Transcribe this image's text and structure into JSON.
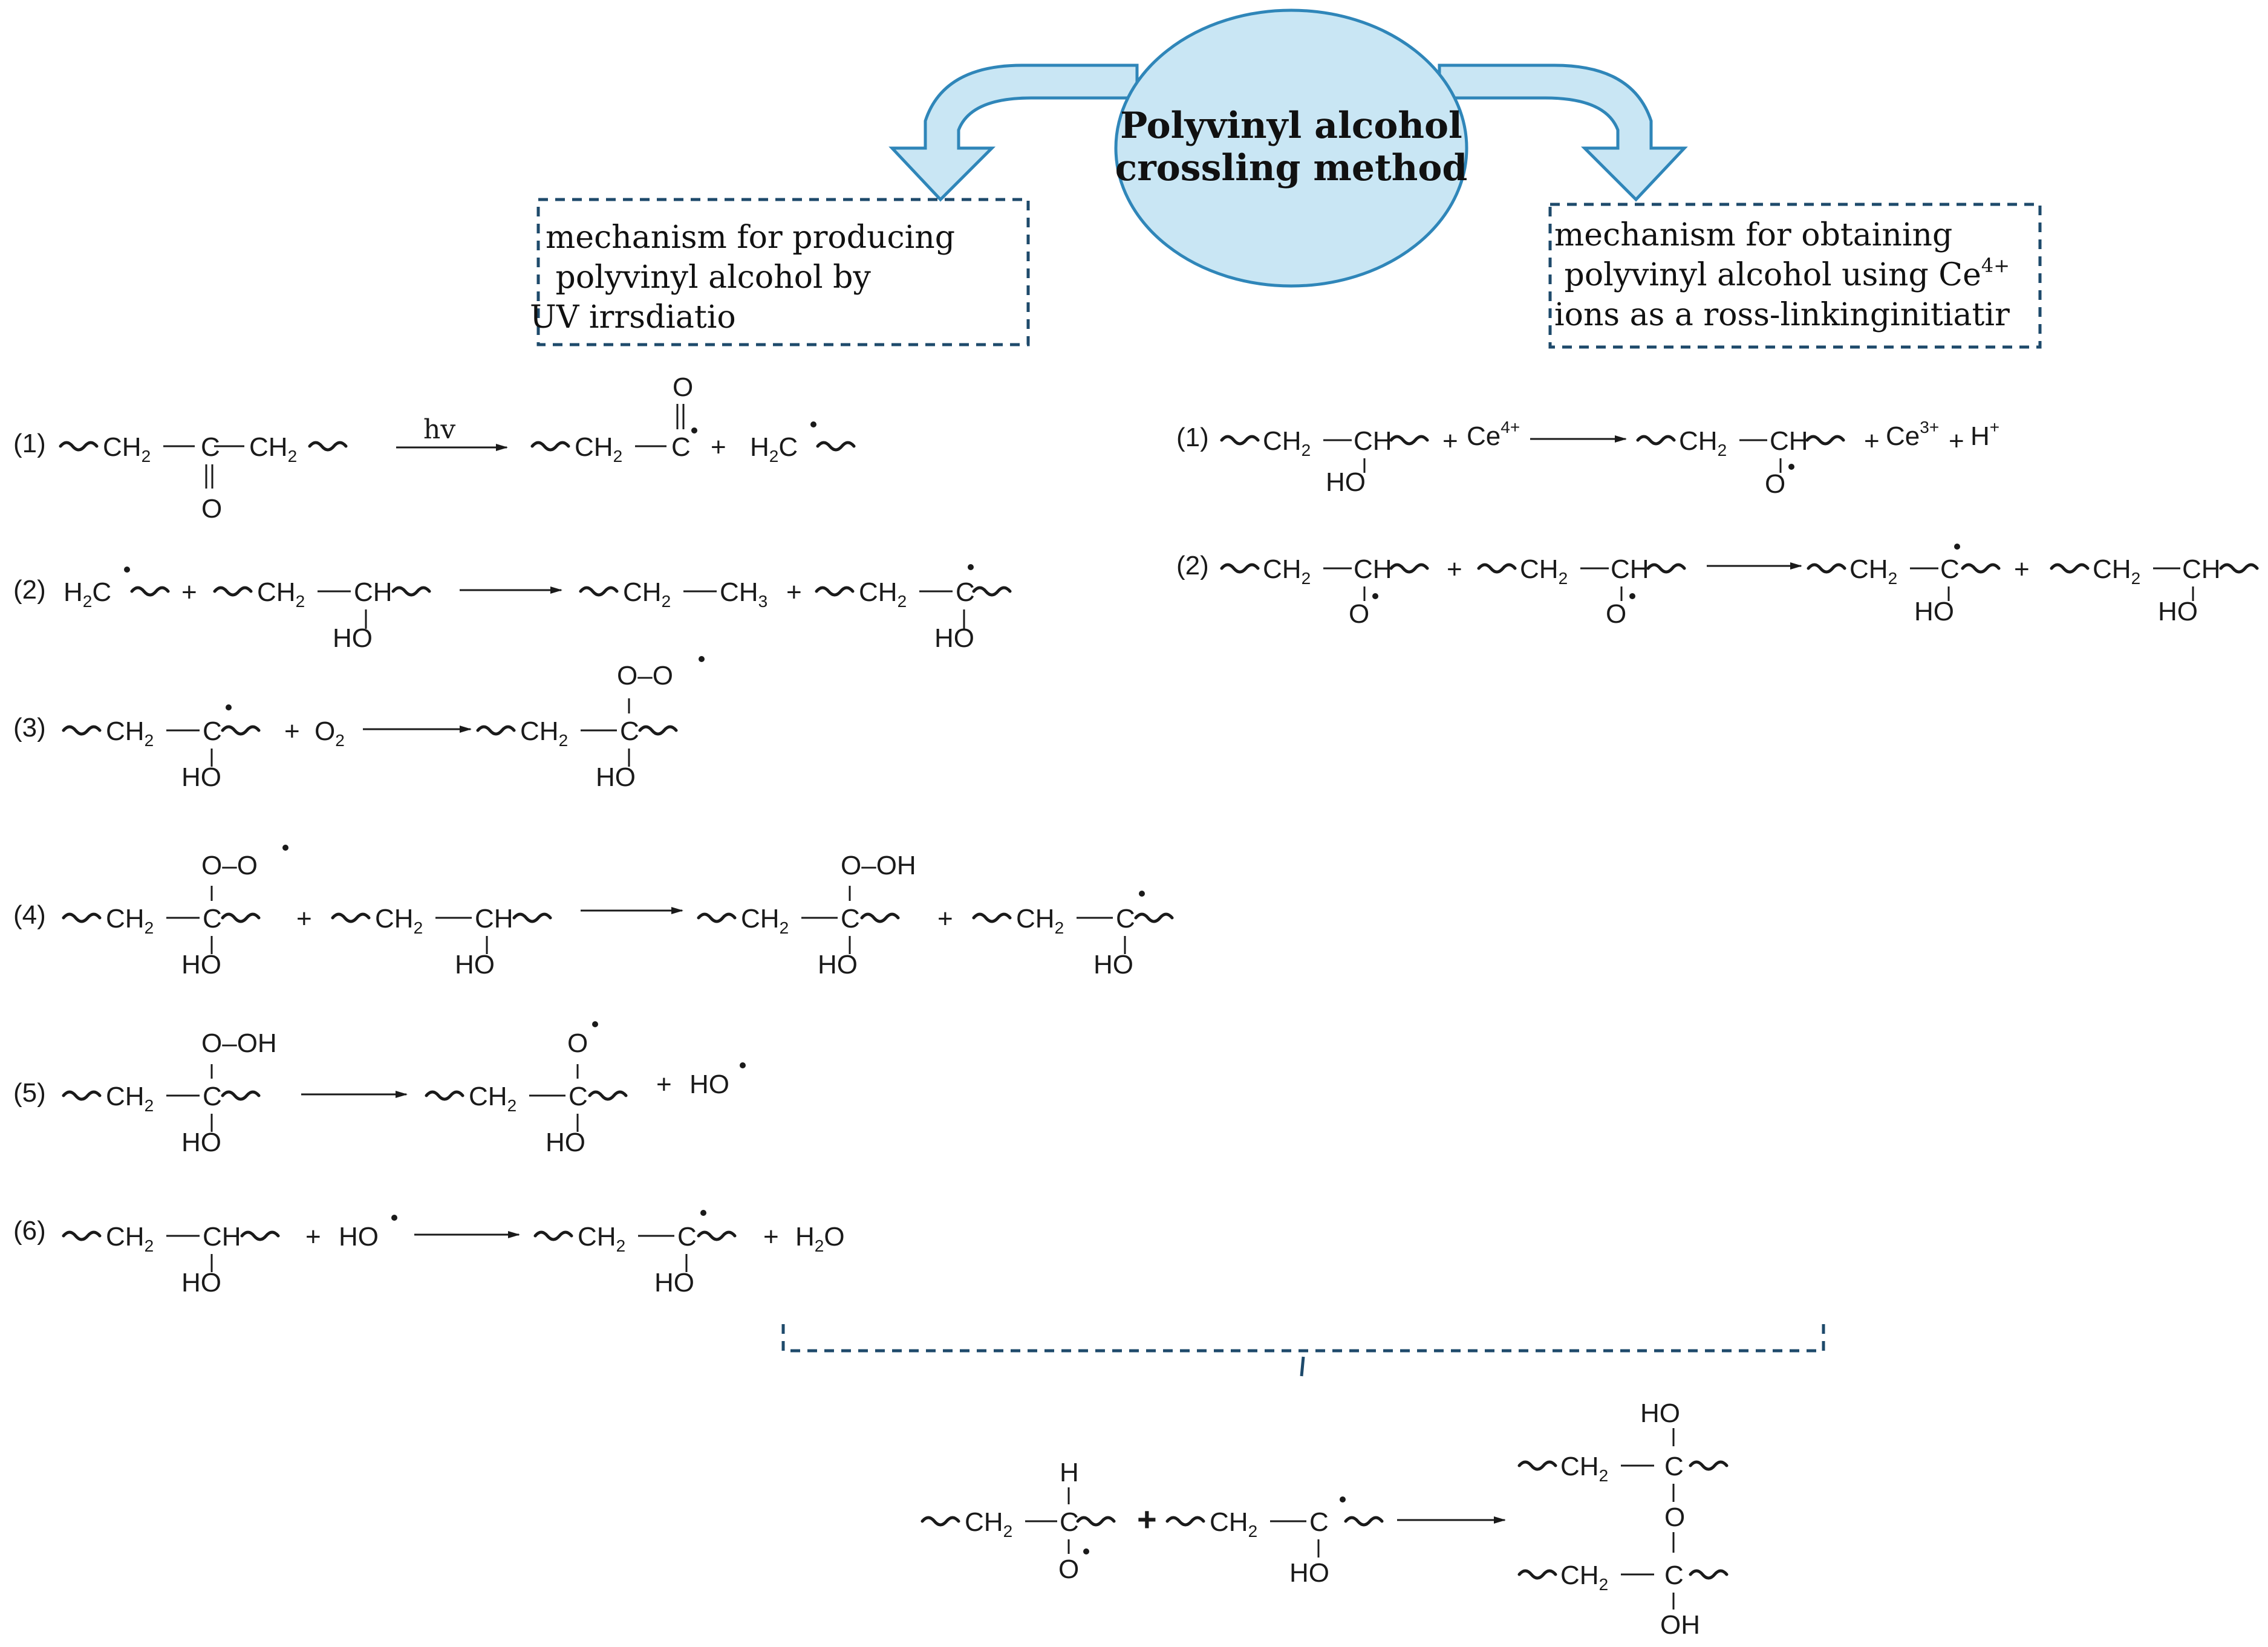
{
  "title": {
    "line1": "Polyvinyl alcohol",
    "line2": "crossling method",
    "fill": "#c9e6f4",
    "stroke": "#2f86b9"
  },
  "left_box": {
    "line1": "mechanism for producing",
    "line2": " polyvinyl alcohol by",
    "line3": "UV irrsdiatio"
  },
  "right_box": {
    "line1": "mechanism for obtaining",
    "line2": " polyvinyl alcohol using Ce",
    "line2_sup": "4+",
    "line3": "ions as a ross-linkinginitiatir"
  },
  "accent_dark": "#1e4a6b",
  "hv": "hv",
  "labels": {
    "n1": "(1)",
    "n2": "(2)",
    "n3": "(3)",
    "n4": "(4)",
    "n5": "(5)",
    "n6": "(6)",
    "r1": "(1)",
    "r2": "(2)"
  },
  "t": {
    "ch2": "CH",
    "ch2_sub": "2",
    "ch": "CH",
    "c": "C",
    "o": "O",
    "ho": "HO",
    "oh": "OH",
    "h": "H",
    "h2c": "H",
    "h2c_sub": "2",
    "h2c_c": "C",
    "plus": "+",
    "ch3": "CH",
    "ch3_sub": "3",
    "o2": "O",
    "o2_sub": "2",
    "oo": "O–O",
    "ooh": "O–OH",
    "ho_rad": "HO",
    "h2o": "H",
    "h2o_sub": "2",
    "h2o_o": "O",
    "ce4": "Ce",
    "ce4_sup": "4+",
    "ce3": "Ce",
    "ce3_sup": "3+",
    "hplus": "H",
    "hplus_sup": "+"
  }
}
